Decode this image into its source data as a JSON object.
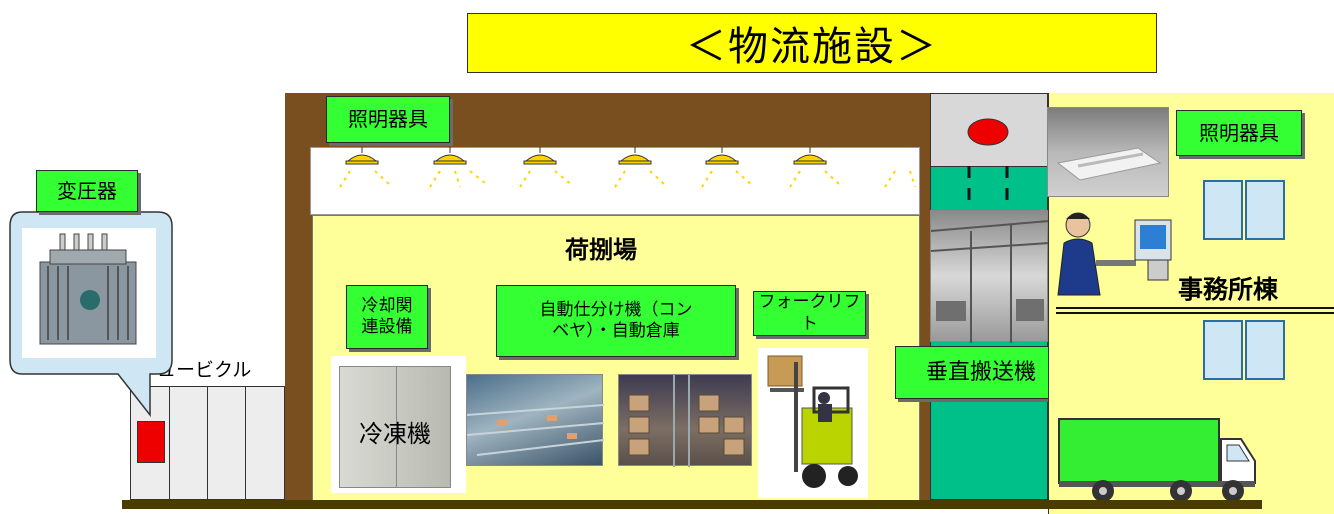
{
  "title": "＜物流施設＞",
  "labels": {
    "lighting_left": "照明器具",
    "lighting_right": "照明器具",
    "transformer": "変圧器",
    "cubicle": "キュービクル",
    "loading_area": "荷捌場",
    "cooling": "冷却関\n連設備",
    "sorter": "自動仕分け機（コン\nベヤ）・自動倉庫",
    "forklift": "フォークリフト",
    "freezer": "冷凍機",
    "vertical_conveyor": "垂直搬送機",
    "office": "事務所棟"
  },
  "colors": {
    "label_green": "#33ff33",
    "title_yellow": "#ffff00",
    "building_brown": "#7a4f1f",
    "interior_yellow": "#ffff99",
    "shaft_teal": "#00c08a",
    "ground": "#4a3c00"
  }
}
